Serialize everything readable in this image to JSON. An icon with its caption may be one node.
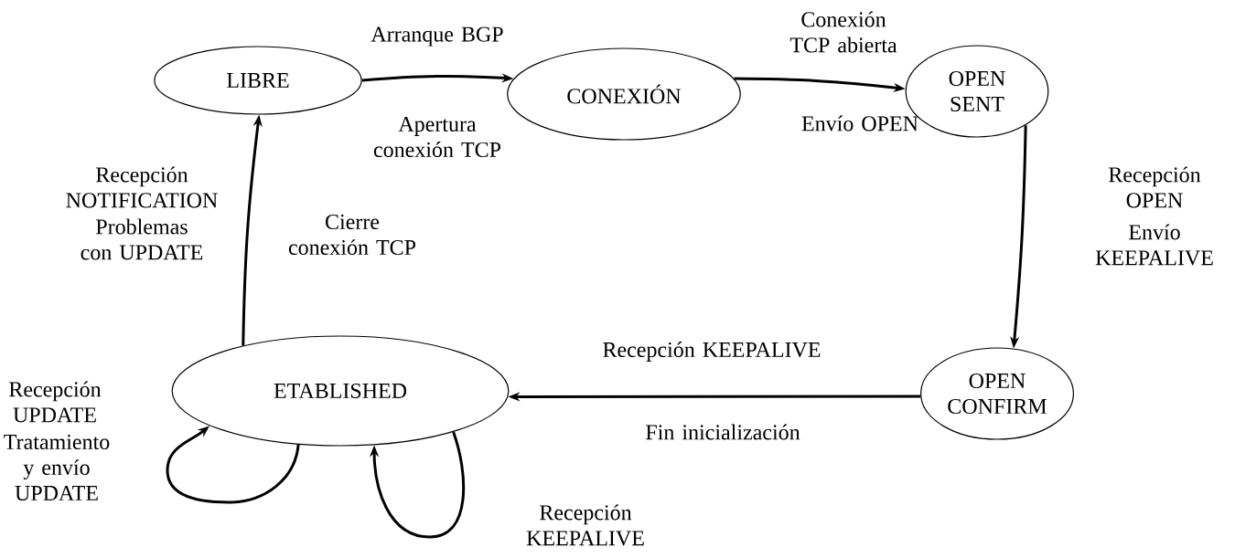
{
  "diagram": {
    "nodes": [
      {
        "text": [
          "LIBRE"
        ]
      },
      {
        "text": [
          "CONEXIÓN"
        ]
      },
      {
        "text": [
          "OPEN SENT"
        ]
      },
      {
        "text": [
          "OPEN CONFIRM"
        ]
      },
      {
        "text": [
          "ETABLISHED"
        ]
      }
    ],
    "edges": [
      {
        "from": 0,
        "to": 1,
        "arrow": "to",
        "label": "Arranque BGP"
      },
      {
        "from": 1,
        "to": 2,
        "arrow": "to",
        "label": "Conexión TCP abierta"
      },
      {
        "from": 2,
        "to": 3,
        "arrow": "to",
        "label": "Recepción OPEN"
      },
      {
        "from": 3,
        "to": 4,
        "arrow": "to",
        "label": "Recepción KEEPALIVE"
      },
      {
        "from": 4,
        "to": 0,
        "arrow": "to",
        "label": "Recepción NOTIFICATION"
      },
      {
        "from": 4,
        "to": 4,
        "arrow": "to",
        "label": "Recepción UPDATE"
      },
      {
        "from": 4,
        "to": 4,
        "arrow": "to",
        "label": "Recepción KEEPALIVE"
      }
    ],
    "labels": [
      "Apertura conexión TCP",
      "Envío OPEN",
      "Envío KEEPALIVE",
      "Fin inicialización",
      "Problemas con UPDATE",
      "Cierre conexión TCP",
      "Tratamiento y envío UPDATE"
    ]
  }
}
